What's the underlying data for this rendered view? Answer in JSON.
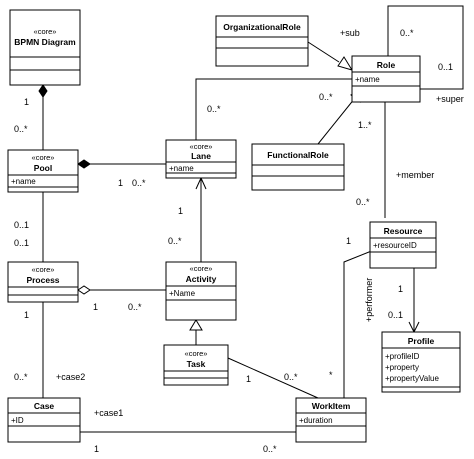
{
  "classes": {
    "bpmn_diagram": {
      "stereotype": "«core»",
      "name": "BPMN Diagram",
      "attrs": []
    },
    "pool": {
      "stereotype": "«core»",
      "name": "Pool",
      "attrs": [
        "+name"
      ]
    },
    "process": {
      "stereotype": "«core»",
      "name": "Process",
      "attrs": []
    },
    "case": {
      "stereotype": "",
      "name": "Case",
      "attrs": [
        "+ID"
      ]
    },
    "lane": {
      "stereotype": "«core»",
      "name": "Lane",
      "attrs": [
        "+name"
      ]
    },
    "activity": {
      "stereotype": "«core»",
      "name": "Activity",
      "attrs": [
        "+Name"
      ]
    },
    "task": {
      "stereotype": "«core»",
      "name": "Task",
      "attrs": []
    },
    "workitem": {
      "stereotype": "",
      "name": "WorkItem",
      "attrs": [
        "+duration"
      ]
    },
    "organizational_role": {
      "stereotype": "",
      "name": "OrganizationalRole",
      "attrs": []
    },
    "role": {
      "stereotype": "",
      "name": "Role",
      "attrs": [
        "+name"
      ]
    },
    "functional_role": {
      "stereotype": "",
      "name": "FunctionalRole",
      "attrs": []
    },
    "resource": {
      "stereotype": "",
      "name": "Resource",
      "attrs": [
        "+resourceID"
      ]
    },
    "profile": {
      "stereotype": "",
      "name": "Profile",
      "attrs": [
        "+profileID",
        "+property",
        "+propertyValue"
      ]
    }
  },
  "labels": {
    "m_diagram_pool_1": "1",
    "m_diagram_pool_0n": "0..*",
    "m_pool_lane_1": "1",
    "m_pool_lane_0n": "0..*",
    "m_pool_process_a": "0..1",
    "m_pool_process_b": "0..1",
    "m_lane_role_0n": "0..*",
    "m_lane_activity_1": "1",
    "m_lane_activity_0n": "0..*",
    "m_process_activity_1": "1",
    "m_process_activity_0n": "0..*",
    "m_process_case_1": "1",
    "m_process_case_0n": "0..*",
    "r_case2": "+case2",
    "r_case1": "+case1",
    "m_case_workitem_1": "1",
    "m_case_workitem_0n": "0..*",
    "m_task_workitem_1": "1",
    "m_task_workitem_0n": "0..*",
    "m_workitem_performer": "*",
    "r_performer": "+performer",
    "m_resource_performer_1": "1",
    "r_sub": "+sub",
    "m_role_self_0n": "0..*",
    "m_role_self_01": "0..1",
    "r_super": "+super",
    "m_functional_0n": "0..*",
    "m_role_resource_1n": "1..*",
    "m_role_resource_0n": "0..*",
    "r_member": "+member",
    "m_resource_profile_1": "1",
    "m_resource_profile_01": "0..1"
  }
}
